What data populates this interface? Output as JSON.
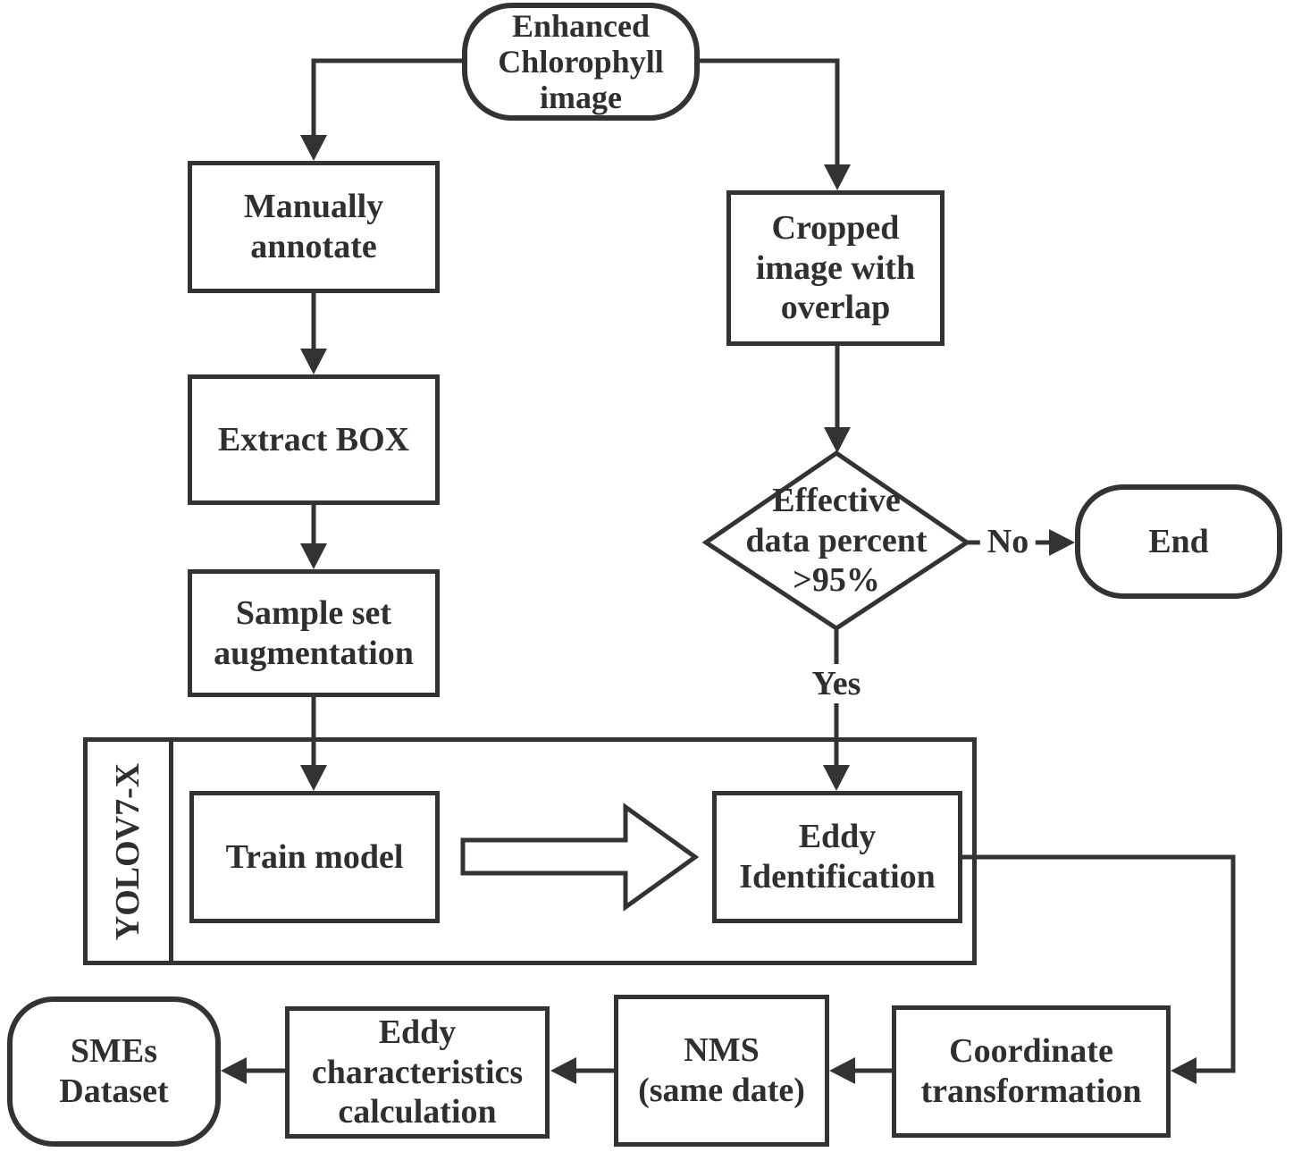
{
  "colors": {
    "stroke": "#333333",
    "text": "#2f2f2f",
    "background": "#ffffff"
  },
  "nodes": {
    "start": {
      "label": "Enhanced\nChlorophyll\nimage",
      "shape": "rounded"
    },
    "manually_annotate": {
      "label": "Manually\nannotate",
      "shape": "rect"
    },
    "extract_box": {
      "label": "Extract BOX",
      "shape": "rect"
    },
    "sample_set_augmentation": {
      "label": "Sample set\naugmentation",
      "shape": "rect"
    },
    "cropped_image": {
      "label": "Cropped\nimage with\noverlap",
      "shape": "rect"
    },
    "decision": {
      "label": "Effective\ndata percent\n>95%",
      "shape": "diamond"
    },
    "end": {
      "label": "End",
      "shape": "rounded"
    },
    "yolo_container": {
      "label": "YOLOV7-X",
      "shape": "labeled-container"
    },
    "train_model": {
      "label": "Train model",
      "shape": "rect"
    },
    "eddy_identification": {
      "label": "Eddy\nIdentification",
      "shape": "rect"
    },
    "coordinate_transformation": {
      "label": "Coordinate\ntransformation",
      "shape": "rect"
    },
    "nms": {
      "label": "NMS\n(same date)",
      "shape": "rect"
    },
    "eddy_characteristics": {
      "label": "Eddy\ncharacteristics\ncalculation",
      "shape": "rect"
    },
    "smes_dataset": {
      "label": "SMEs\nDataset",
      "shape": "rounded"
    }
  },
  "edges": {
    "yes_label": "Yes",
    "no_label": "No"
  }
}
